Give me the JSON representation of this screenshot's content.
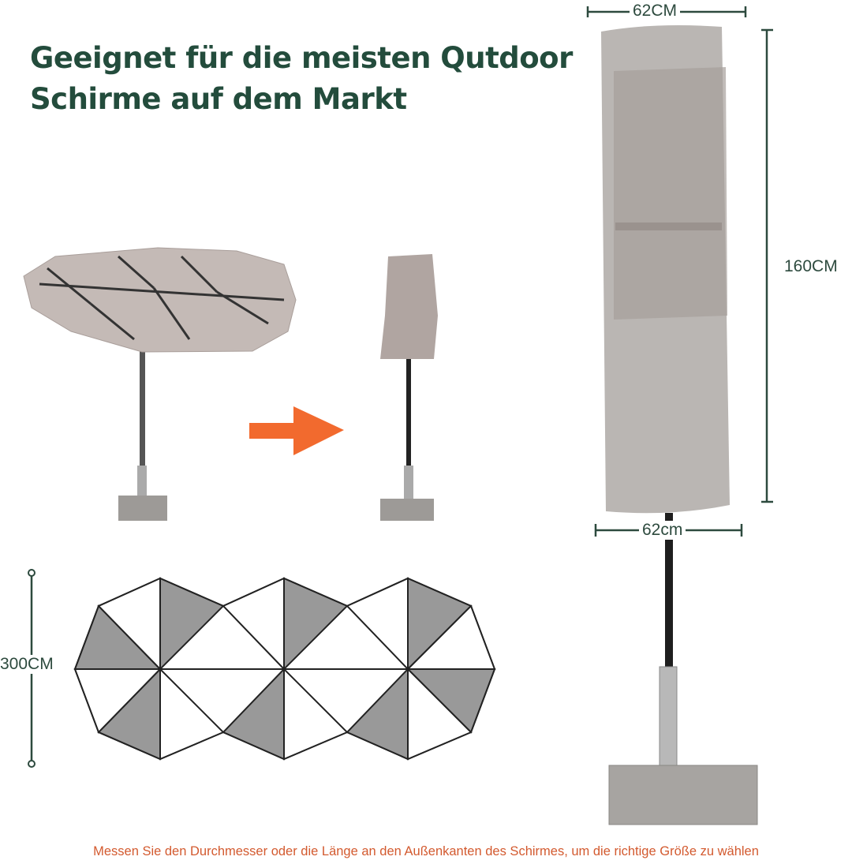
{
  "title": {
    "line1": "Geeignet für die meisten Qutdoor",
    "line2": "Schirme auf dem Markt"
  },
  "dimensions": {
    "cover_top_width": "62CM",
    "cover_height": "160CM",
    "cover_bottom_width": "62cm",
    "umbrella_diameter": "300CM"
  },
  "footer": "Messen Sie den Durchmesser oder die Länge an den Außenkanten des Schirmes, um die richtige Größe zu wählen",
  "colors": {
    "title": "#234c3c",
    "dimension_lines": "#2d4a3e",
    "footer": "#d35a2f",
    "arrow": "#f26a2e",
    "cover": "#b9b5b2",
    "canopy": "#b8aca8"
  }
}
